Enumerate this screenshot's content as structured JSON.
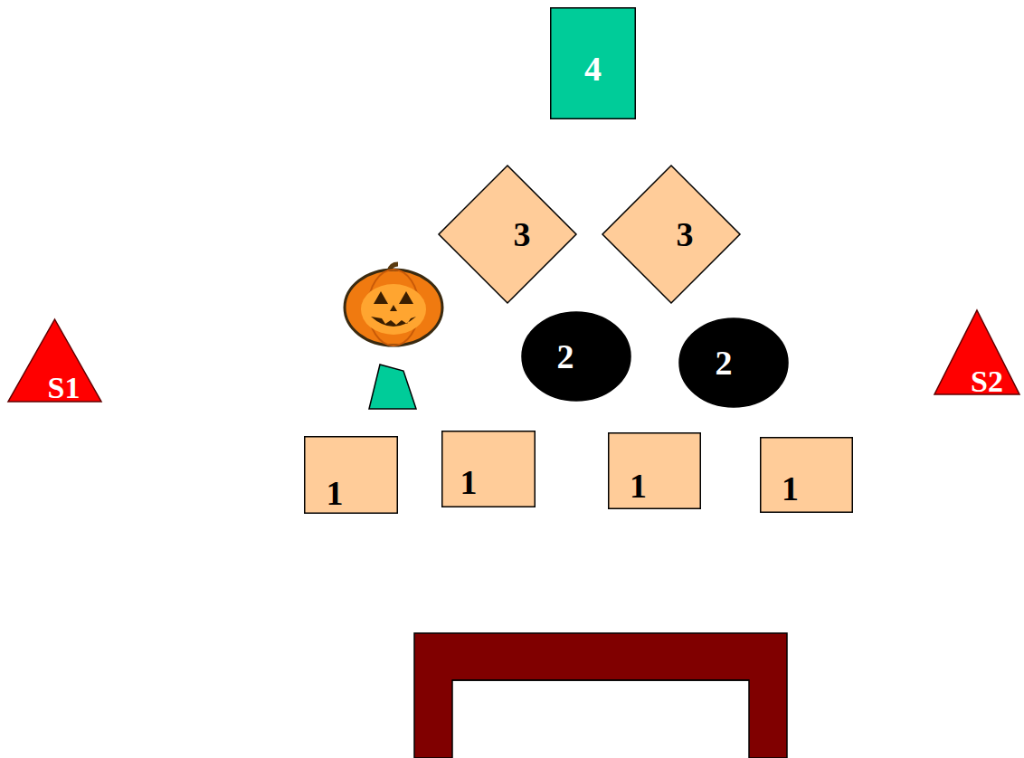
{
  "diagram": {
    "nodes": [
      {
        "text": [
          "4"
        ]
      },
      {
        "text": [
          "3"
        ]
      },
      {
        "text": [
          "3"
        ]
      },
      {
        "text": [
          "S1"
        ]
      },
      {
        "text": [
          "2"
        ]
      },
      {
        "text": [
          "2"
        ]
      },
      {
        "text": [
          "S2"
        ]
      },
      {
        "text": [
          "1"
        ]
      },
      {
        "text": [
          "1"
        ]
      },
      {
        "text": [
          "1"
        ]
      },
      {
        "text": [
          "1"
        ]
      }
    ]
  }
}
